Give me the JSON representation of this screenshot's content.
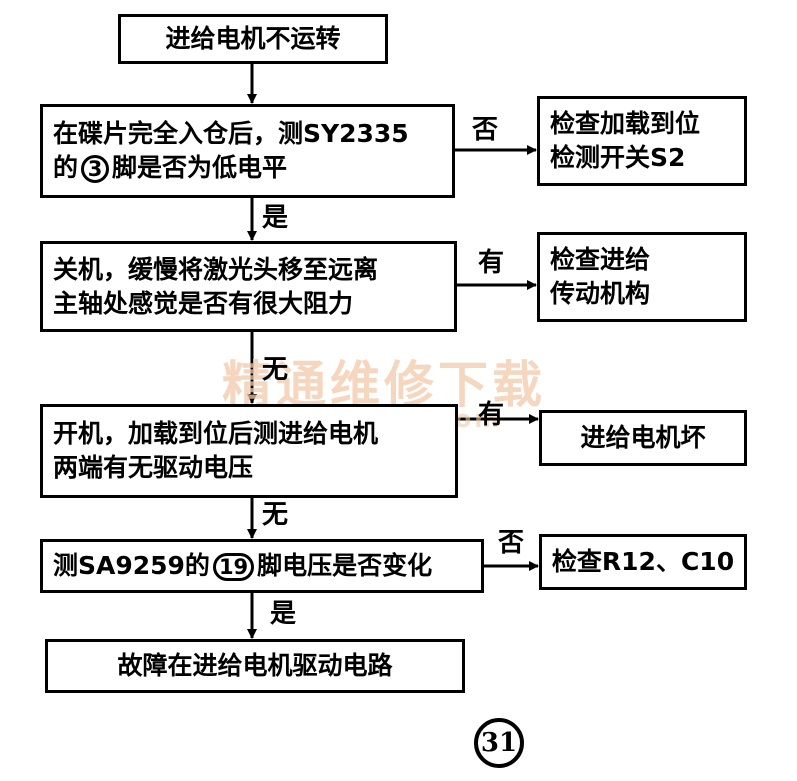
{
  "flowchart": {
    "start": "进给电机不运转",
    "step1": {
      "pre": "在碟片完全入仓后，测SY2335",
      "pre2": "的",
      "pin": "3",
      "post": "脚是否为低电平"
    },
    "step1_no": {
      "line1": "检查加载到位",
      "line2": "检测开关S2"
    },
    "step2": {
      "line1": "关机，缓慢将激光头移至远离",
      "line2": "主轴处感觉是否有很大阻力"
    },
    "step2_yes": {
      "line1": "检查进给",
      "line2": "传动机构"
    },
    "step3": {
      "line1": "开机，加载到位后测进给电机",
      "line2": "两端有无驱动电压"
    },
    "step3_yes": "进给电机坏",
    "step4": {
      "pre": "测SA9259的",
      "pin": "19",
      "post": "脚电压是否变化"
    },
    "step4_no": "检查R12、C10",
    "end": "故障在进给电机驱动电路"
  },
  "edge_labels": {
    "e1": "否",
    "e2": "是",
    "e3": "有",
    "e4": "无",
    "e5": "有",
    "e6": "无",
    "e7": "否",
    "e8": "是"
  },
  "watermark": {
    "cn": "精通维修下载",
    "url": "www.gzweix.com"
  },
  "figure_number": "31"
}
